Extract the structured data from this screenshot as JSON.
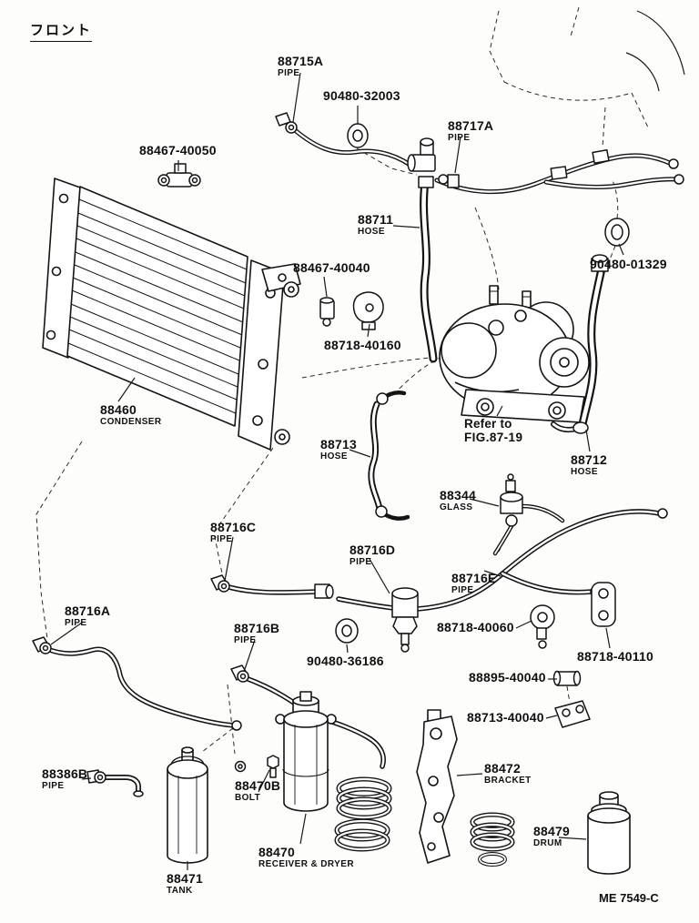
{
  "header": {
    "front_label": "フロント"
  },
  "footer": {
    "code": "ME 7549-C"
  },
  "parts": [
    {
      "part": "88715A",
      "sub": "PIPE"
    },
    {
      "part": "90480-32003",
      "sub": ""
    },
    {
      "part": "88717A",
      "sub": "PIPE"
    },
    {
      "part": "88467-40050",
      "sub": ""
    },
    {
      "part": "88711",
      "sub": "HOSE"
    },
    {
      "part": "90480-01329",
      "sub": ""
    },
    {
      "part": "88467-40040",
      "sub": ""
    },
    {
      "part": "88718-40160",
      "sub": ""
    },
    {
      "part": "88460",
      "sub": "CONDENSER"
    },
    {
      "part": "88713",
      "sub": "HOSE"
    },
    {
      "part": "Refer to",
      "sub": "FIG.87-19"
    },
    {
      "part": "88712",
      "sub": "HOSE"
    },
    {
      "part": "88344",
      "sub": "GLASS"
    },
    {
      "part": "88716C",
      "sub": "PIPE"
    },
    {
      "part": "88716D",
      "sub": "PIPE"
    },
    {
      "part": "88716E",
      "sub": "PIPE"
    },
    {
      "part": "88718-40060",
      "sub": ""
    },
    {
      "part": "88716A",
      "sub": "PIPE"
    },
    {
      "part": "88716B",
      "sub": "PIPE"
    },
    {
      "part": "90480-36186",
      "sub": ""
    },
    {
      "part": "88718-40110",
      "sub": ""
    },
    {
      "part": "88895-40040",
      "sub": ""
    },
    {
      "part": "88713-40040",
      "sub": ""
    },
    {
      "part": "88386B",
      "sub": "PIPE"
    },
    {
      "part": "88470B",
      "sub": "BOLT"
    },
    {
      "part": "88472",
      "sub": "BRACKET"
    },
    {
      "part": "88470",
      "sub": "RECEIVER & DRYER"
    },
    {
      "part": "88479",
      "sub": "DRUM"
    },
    {
      "part": "88471",
      "sub": "TANK"
    }
  ]
}
